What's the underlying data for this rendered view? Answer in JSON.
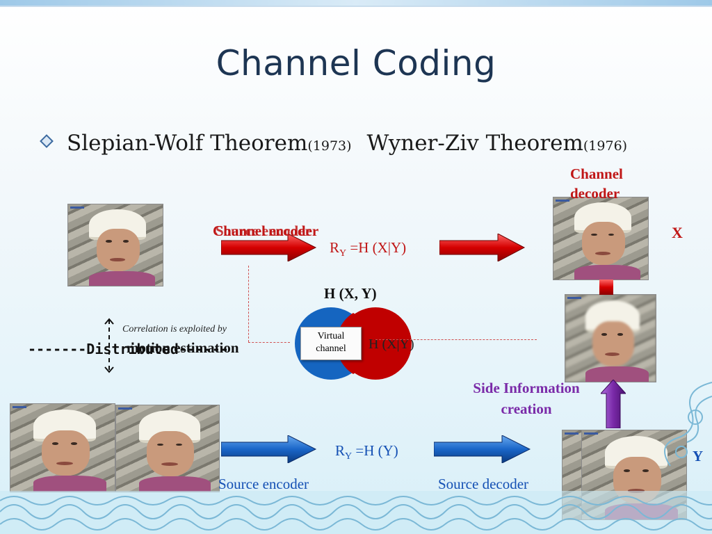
{
  "slide": {
    "title": "Channel Coding",
    "bullet": {
      "text1": "Slepian-Wolf Theorem",
      "year1": "(1973)",
      "text2": "Wyner-Ziv Theorem",
      "year2": "(1976)"
    }
  },
  "diagram": {
    "channel_decoder": "Channel decoder",
    "channel_encoder_overlap": "Channel encoder",
    "source_encoder_overlap": "Source encoder",
    "ry_hxy_prefix": "R",
    "ry_sub": "Y",
    "ry_hxy_suffix": " =H (X|Y)",
    "x_label": "X",
    "hxy_joint": "H (X, Y)",
    "virtual_line1": "Virtual",
    "virtual_line2": "channel",
    "h_x_given_y": "H (X|Y)",
    "correlation_note": "Correlation is exploited by",
    "motion_estimation": "motion estimation",
    "distributed": "-------Distributed------",
    "side_info": "Side Information",
    "side_info2": "creation",
    "ry_hy_prefix": "R",
    "ry_hy_sub": "Y",
    "ry_hy_suffix": " =H (Y)",
    "y_label": "Y",
    "source_encoder": "Source encoder",
    "source_decoder": "Source decoder"
  },
  "colors": {
    "title": "#1d3553",
    "red": "#c01616",
    "blue": "#1450b4",
    "purple": "#7a2aa8",
    "venn_blue": "#1565c0",
    "venn_red": "#c00000"
  }
}
